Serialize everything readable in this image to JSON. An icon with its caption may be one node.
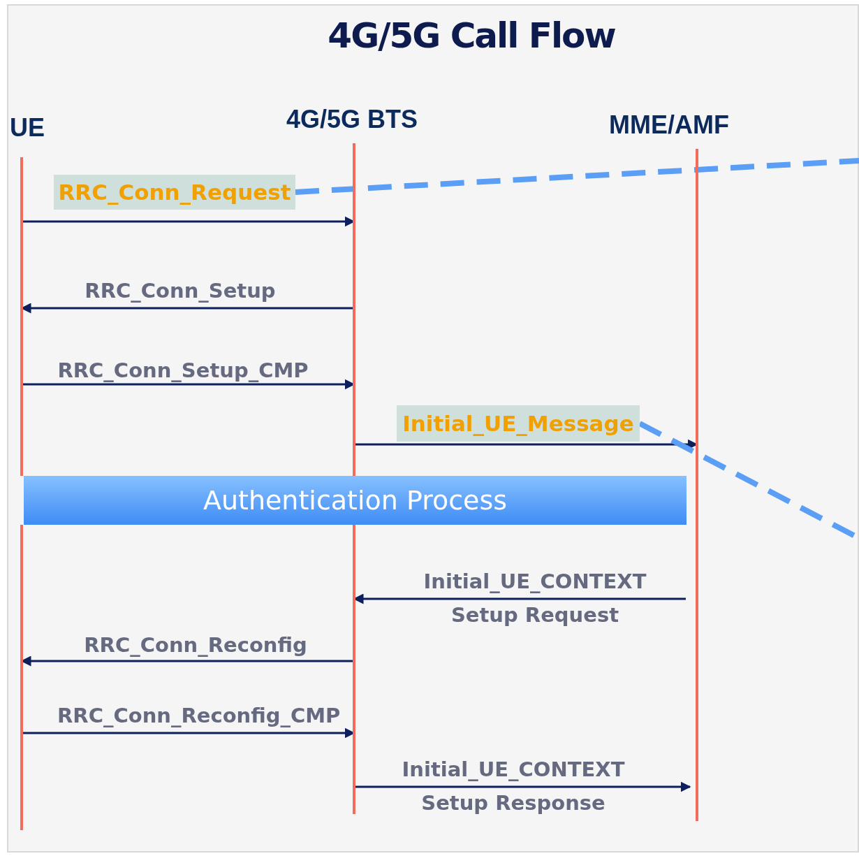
{
  "diagram": {
    "title": "4G/5G Call Flow",
    "nodes": [
      {
        "text": [
          "UE"
        ]
      },
      {
        "text": [
          "4G/5G BTS"
        ]
      },
      {
        "text": [
          "MME/AMF"
        ]
      },
      {
        "text": [
          "Authentication Process"
        ]
      },
      {
        "text": [
          "RRC_Conn_Request"
        ]
      },
      {
        "text": [
          "Initial_UE_Message"
        ]
      }
    ],
    "edges": [
      {
        "from": 0,
        "to": 1,
        "arrow": "to"
      },
      {
        "from": 1,
        "to": 0,
        "arrow": "to",
        "label": "RRC_Conn_Setup"
      },
      {
        "from": 0,
        "to": 1,
        "arrow": "to",
        "label": "RRC_Conn_Setup_CMP"
      },
      {
        "from": 1,
        "to": 2,
        "arrow": "to"
      },
      {
        "from": 2,
        "to": 1,
        "arrow": "to",
        "label": "Initial_UE_CONTEXT Setup Request"
      },
      {
        "from": 1,
        "to": 0,
        "arrow": "to",
        "label": "RRC_Conn_Reconfig"
      },
      {
        "from": 0,
        "to": 1,
        "arrow": "to",
        "label": "RRC_Conn_Reconfig_CMP"
      },
      {
        "from": 1,
        "to": 2,
        "arrow": "to",
        "label": "Initial_UE_CONTEXT Setup Response"
      },
      {
        "from": 4,
        "to": null,
        "arrow": "none",
        "style": "dashed",
        "color": "#5b9ef5"
      },
      {
        "from": 5,
        "to": null,
        "arrow": "none",
        "style": "dashed",
        "color": "#5b9ef5"
      }
    ]
  }
}
